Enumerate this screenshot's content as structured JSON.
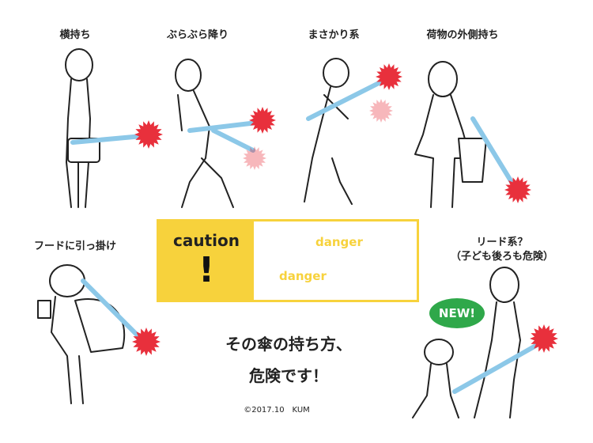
{
  "labels": {
    "sideways": "横持ち",
    "swinging": "ぶらぶら降り",
    "axe": "まさかり系",
    "outside_bag": "荷物の外側持ち",
    "hood": "フードに引っ掛け",
    "leash_line1": "リード系？",
    "leash_line2": "（子ども後ろも危険）"
  },
  "caution": {
    "word": "caution",
    "mark": "!",
    "danger_1": "danger",
    "danger_2": "danger"
  },
  "headline": {
    "line1": "その傘の持ち方、",
    "line2": "危険です！"
  },
  "badge": "NEW!",
  "copyright": "©2017.10　KUM",
  "colors": {
    "accent_yellow": "#f7d23c",
    "danger_red": "#e8303c",
    "umbrella_blue": "#8cc8e8",
    "new_green": "#2fa84a"
  }
}
